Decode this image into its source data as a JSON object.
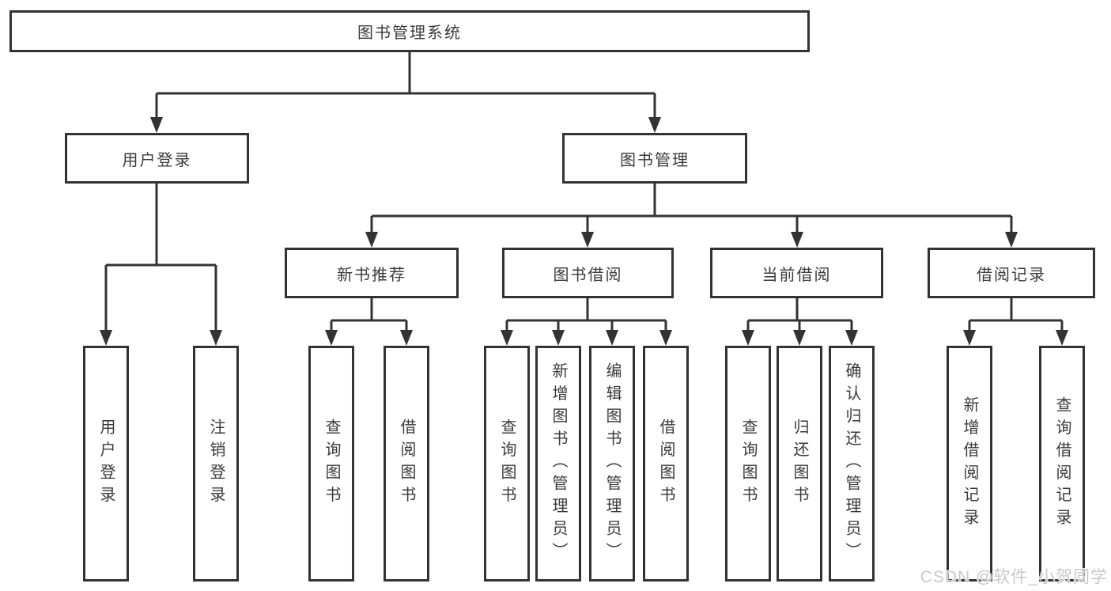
{
  "diagram": {
    "root": {
      "label": "图书管理系统"
    },
    "branches": [
      {
        "label": "用户登录",
        "children": [
          {
            "label": "用户登录"
          },
          {
            "label": "注销登录"
          }
        ]
      },
      {
        "label": "图书管理",
        "groups": [
          {
            "label": "新书推荐",
            "children": [
              {
                "label": "查询图书"
              },
              {
                "label": "借阅图书"
              }
            ]
          },
          {
            "label": "图书借阅",
            "children": [
              {
                "label": "查询图书"
              },
              {
                "label": "新增图书（管理员）"
              },
              {
                "label": "编辑图书（管理员）"
              },
              {
                "label": "借阅图书"
              }
            ]
          },
          {
            "label": "当前借阅",
            "children": [
              {
                "label": "查询图书"
              },
              {
                "label": "归还图书"
              },
              {
                "label": "确认归还（管理员）"
              }
            ]
          },
          {
            "label": "借阅记录",
            "children": [
              {
                "label": "新增借阅记录"
              },
              {
                "label": "查询借阅记录"
              }
            ]
          }
        ]
      }
    ],
    "colors": {
      "line": "#333333",
      "text": "#3a3a3a",
      "watermark": "#c9c9c9"
    },
    "watermark": "CSDN @软件_小贺同学"
  }
}
